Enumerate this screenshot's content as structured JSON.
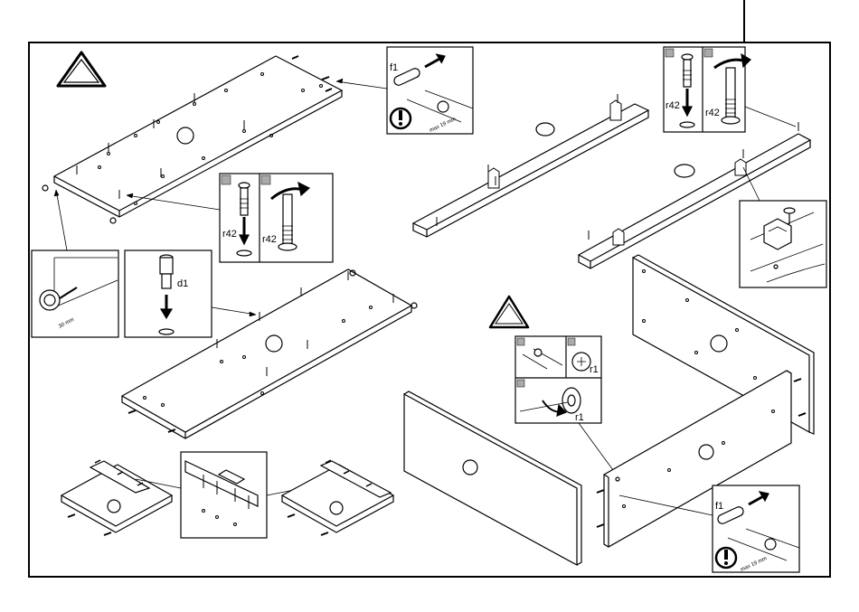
{
  "labels": {
    "f1_top": "f1",
    "f1_bottom": "f1",
    "r42_mid_left": "r42",
    "r42_mid_right": "r42",
    "r42_top_left": "r42",
    "r42_top_right": "r42",
    "d1": "d1",
    "r1_upper": "r1",
    "r1_lower": "r1",
    "dim_30mm": "30 mm",
    "dim_max19mm_top": "max 19 mm",
    "dim_max19mm_bottom": "max 19 mm"
  },
  "icons": [
    "warning-triangle-icon",
    "caution-exclamation-icon",
    "rotate-arrow-icon"
  ]
}
